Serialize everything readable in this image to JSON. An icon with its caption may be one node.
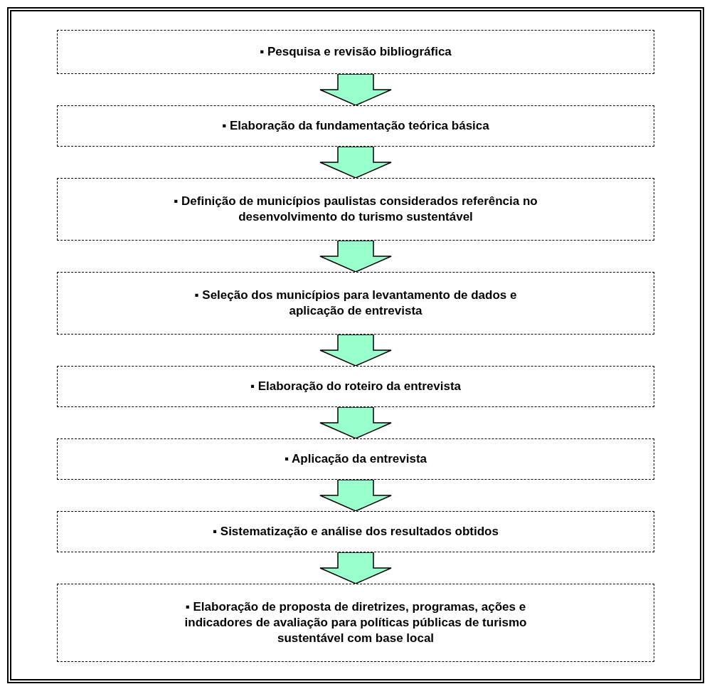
{
  "diagram": {
    "nodes": [
      {
        "text": [
          "▪ Pesquisa e revisão bibliográfica"
        ]
      },
      {
        "text": [
          "▪ Elaboração da fundamentação teórica básica"
        ]
      },
      {
        "text": [
          "▪ Definição de municípios paulistas considerados referência no desenvolvimento do turismo sustentável"
        ]
      },
      {
        "text": [
          "▪ Seleção dos municípios para levantamento de dados e aplicação de entrevista"
        ]
      },
      {
        "text": [
          "▪ Elaboração do roteiro da entrevista"
        ]
      },
      {
        "text": [
          "▪ Aplicação da entrevista"
        ]
      },
      {
        "text": [
          "▪ Sistematização e análise dos resultados obtidos"
        ]
      },
      {
        "text": [
          "▪ Elaboração de proposta de diretrizes, programas, ações e indicadores de avaliação para políticas públicas de turismo sustentável com base local"
        ]
      }
    ],
    "edges": [
      {
        "from": 0,
        "to": 1,
        "arrow": "to"
      },
      {
        "from": 1,
        "to": 2,
        "arrow": "to"
      },
      {
        "from": 2,
        "to": 3,
        "arrow": "to"
      },
      {
        "from": 3,
        "to": 4,
        "arrow": "to"
      },
      {
        "from": 4,
        "to": 5,
        "arrow": "to"
      },
      {
        "from": 5,
        "to": 6,
        "arrow": "to"
      },
      {
        "from": 6,
        "to": 7,
        "arrow": "to"
      }
    ]
  }
}
